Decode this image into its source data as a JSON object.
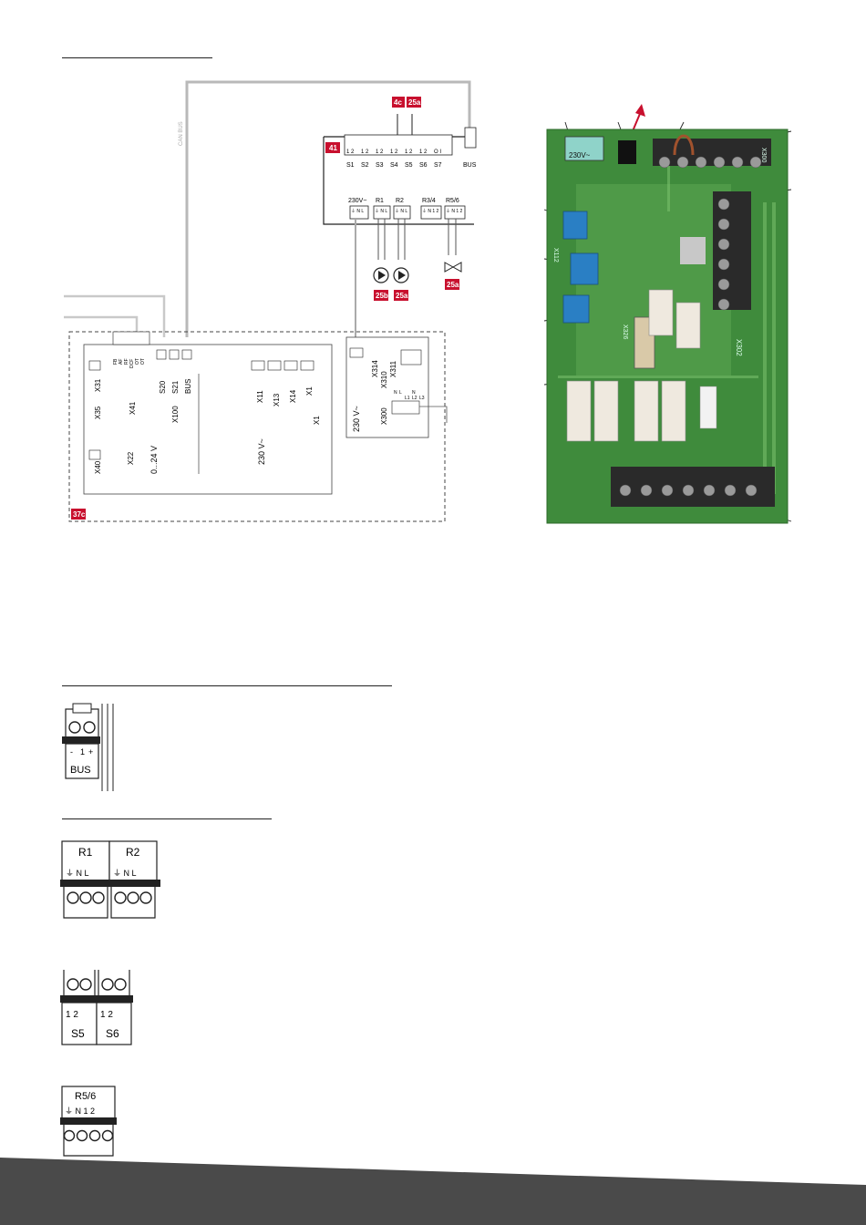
{
  "diagram": {
    "cable_label": "CAN BUS",
    "module_badge": "41",
    "sensor_badges": [
      "4c",
      "25a"
    ],
    "sensor_terminals": [
      "S1",
      "S2",
      "S3",
      "S4",
      "S5",
      "S6",
      "S7"
    ],
    "sensor_pins": [
      "1 2",
      "1 2",
      "1 2",
      "1 2",
      "1 2",
      "1 2",
      "O I"
    ],
    "bus_label": "BUS",
    "power_labels": [
      "230V~",
      "R1",
      "R2",
      "R3/4",
      "R5/6"
    ],
    "pin_labels": [
      "⏚ N L",
      "⏚ N L",
      "⏚ N L",
      "⏚ N 1 2",
      "⏚ N 1 2"
    ],
    "output_badges": [
      "25b",
      "25a",
      "25a"
    ],
    "controller_badge": "37c",
    "low_voltage_terminals": [
      "X31",
      "X35",
      "X41",
      "X22",
      "X40",
      "S20",
      "S21",
      "X100",
      "BUS"
    ],
    "low_voltage_pins": [
      "FB",
      "AF",
      "RF",
      "DCF",
      "OT",
      "OT"
    ],
    "low_voltage_label": "0...24 V",
    "high_voltage_terminals": [
      "X11",
      "X13",
      "X14",
      "X1",
      "X1"
    ],
    "high_voltage_label": "230 V~",
    "box_terminals": [
      "X314",
      "X310",
      "X311",
      "X300"
    ],
    "box_voltage": "230 V~",
    "box_pins": [
      "N",
      "L",
      "L1",
      "L2",
      "L3",
      "N"
    ]
  },
  "photo": {
    "connector_voltage": "230V~",
    "board_labels": [
      "X112",
      "X326",
      "X302",
      "X300"
    ]
  },
  "details": {
    "bus_connector": {
      "pins": [
        "-",
        "1",
        "+"
      ],
      "label": "BUS"
    },
    "relay_connector": {
      "labels": [
        "R1",
        "R2"
      ],
      "pins": [
        "⏚ N L",
        "⏚ N L"
      ]
    },
    "sensor_connector": {
      "labels": [
        "S5",
        "S6"
      ],
      "pins": [
        "1 2",
        "1 2"
      ]
    },
    "valve_connector": {
      "label": "R5/6",
      "pins": "⏚ N 1 2"
    }
  },
  "colors": {
    "accent": "#c8102e",
    "board_green": "#3f8b3c",
    "footer": "#4a4a4a"
  }
}
